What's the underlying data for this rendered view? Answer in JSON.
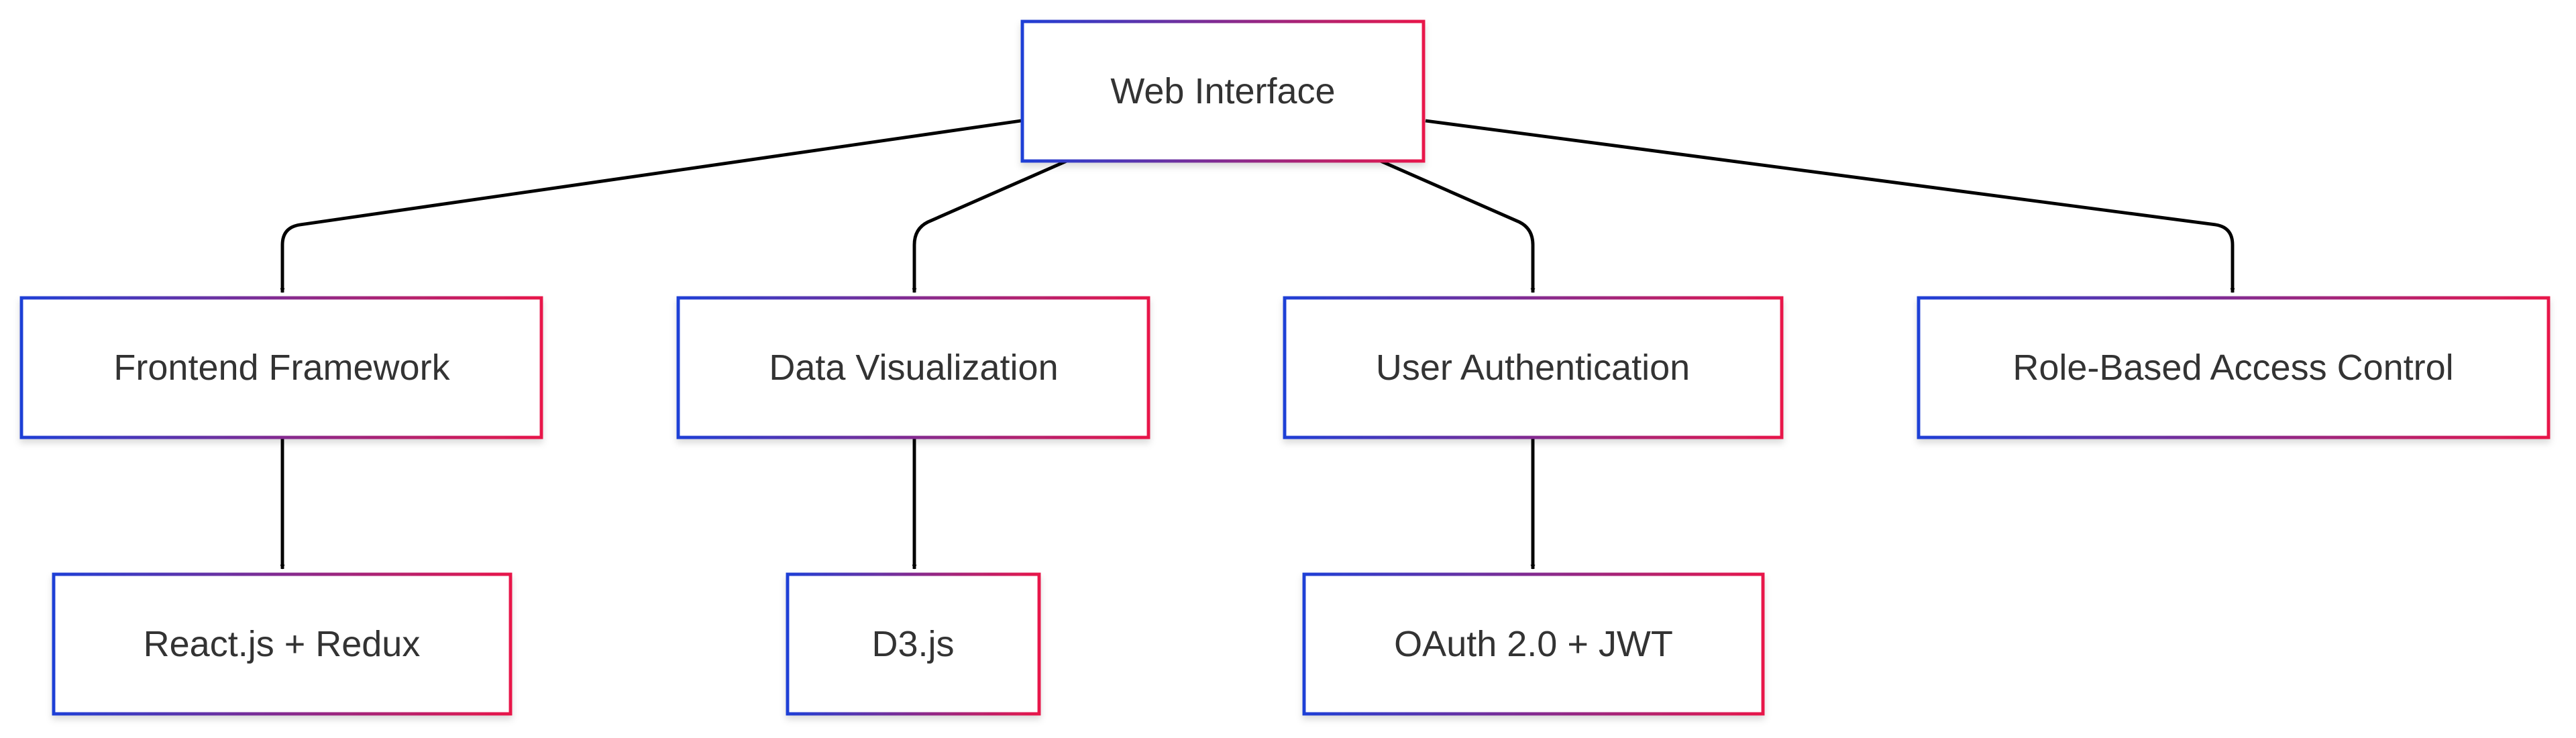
{
  "diagram": {
    "type": "flowchart-top-down",
    "colors": {
      "node_stroke_start": "#1f3fd6",
      "node_stroke_end": "#e8174a",
      "node_fill": "#ffffff",
      "label_text": "#333333",
      "edge": "#000000"
    },
    "nodes": {
      "web_interface": "Web Interface",
      "frontend_framework": "Frontend Framework",
      "data_visualization": "Data Visualization",
      "user_authentication": "User Authentication",
      "role_based_access_control": "Role-Based Access Control",
      "react_redux": "React.js + Redux",
      "d3": "D3.js",
      "oauth_jwt": "OAuth 2.0 + JWT"
    },
    "edges": [
      {
        "from": "web_interface",
        "to": "frontend_framework"
      },
      {
        "from": "web_interface",
        "to": "data_visualization"
      },
      {
        "from": "web_interface",
        "to": "user_authentication"
      },
      {
        "from": "web_interface",
        "to": "role_based_access_control"
      },
      {
        "from": "frontend_framework",
        "to": "react_redux"
      },
      {
        "from": "data_visualization",
        "to": "d3"
      },
      {
        "from": "user_authentication",
        "to": "oauth_jwt"
      }
    ]
  }
}
